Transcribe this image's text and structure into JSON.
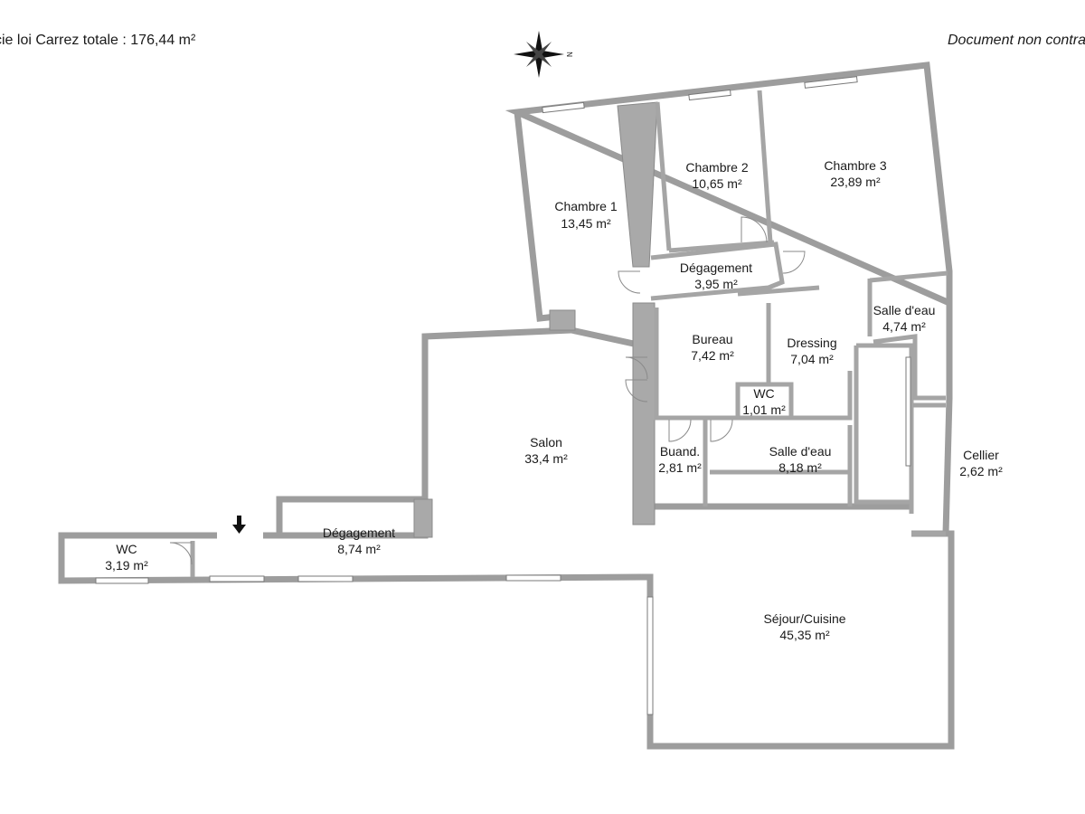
{
  "header": {
    "surface_text": "cie loi Carrez totale :  176,44 m²",
    "note_text": "Document non contractuel"
  },
  "compass": {
    "north_letter": "N"
  },
  "rooms": [
    {
      "name": "Chambre 1",
      "area": "13,45 m²"
    },
    {
      "name": "Chambre 2",
      "area": "10,65 m²"
    },
    {
      "name": "Chambre 3",
      "area": "23,89 m²"
    },
    {
      "name": "Dégagement",
      "area": "3,95 m²"
    },
    {
      "name": "Salle d'eau",
      "area": "4,74 m²"
    },
    {
      "name": "Bureau",
      "area": "7,42 m²"
    },
    {
      "name": "Dressing",
      "area": "7,04 m²"
    },
    {
      "name": "WC",
      "area": "1,01 m²"
    },
    {
      "name": "Salon",
      "area": "33,4 m²"
    },
    {
      "name": "Buand.",
      "area": "2,81 m²"
    },
    {
      "name": "Salle d'eau",
      "area": "8,18 m²"
    },
    {
      "name": "Cellier",
      "area": "2,62 m²"
    },
    {
      "name": "WC",
      "area": "3,19 m²"
    },
    {
      "name": "Dégagement",
      "area": "8,74 m²"
    },
    {
      "name": "Séjour/Cuisine",
      "area": "45,35 m²"
    }
  ],
  "colors": {
    "wall": "#a9a9a9",
    "text": "#1a1a1a",
    "background": "#ffffff"
  },
  "icons": [
    "compass-rose-icon",
    "entrance-arrow-icon"
  ]
}
